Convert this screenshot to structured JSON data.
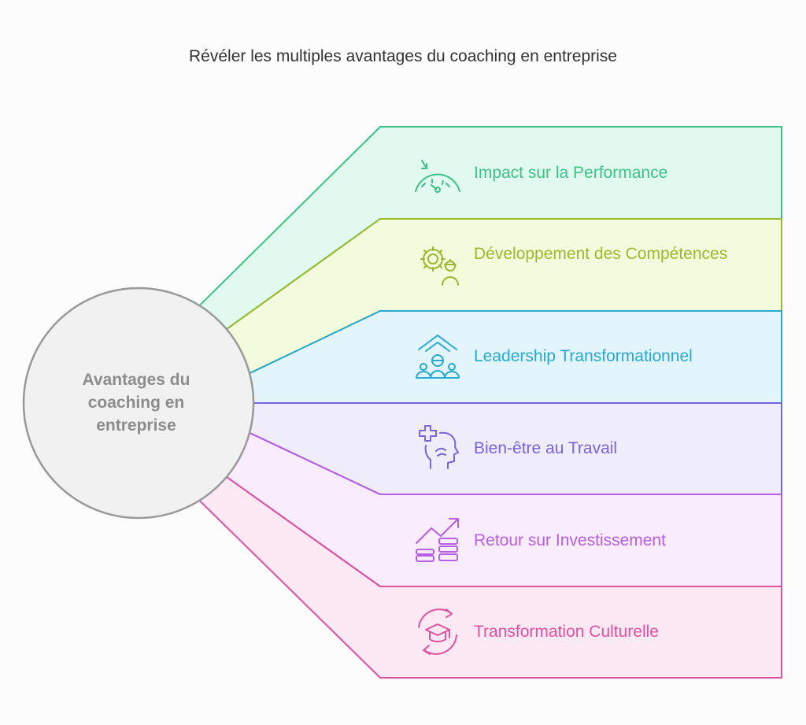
{
  "title": "Révéler les multiples avantages du coaching en entreprise",
  "center": {
    "label": "Avantages du coaching en entreprise"
  },
  "items": [
    {
      "label": "Impact sur la Performance",
      "color": "#3cc387",
      "fill": "#e1f9ef",
      "icon": "speedometer-icon"
    },
    {
      "label": "Développement des Compétences",
      "color": "#9aba2c",
      "fill": "#f3fbdd",
      "icon": "gear-person-icon"
    },
    {
      "label": "Leadership Transformationnel",
      "color": "#26a9d3",
      "fill": "#e2f5fc",
      "icon": "team-arrow-up-icon"
    },
    {
      "label": "Bien-être au Travail",
      "color": "#7a63dc",
      "fill": "#efecfc",
      "icon": "head-health-icon"
    },
    {
      "label": "Retour sur Investissement",
      "color": "#b85ee0",
      "fill": "#f8ecfd",
      "icon": "growth-coins-icon"
    },
    {
      "label": "Transformation Culturelle",
      "color": "#e0519f",
      "fill": "#fde9f3",
      "icon": "cycle-graduation-cap-icon"
    }
  ]
}
